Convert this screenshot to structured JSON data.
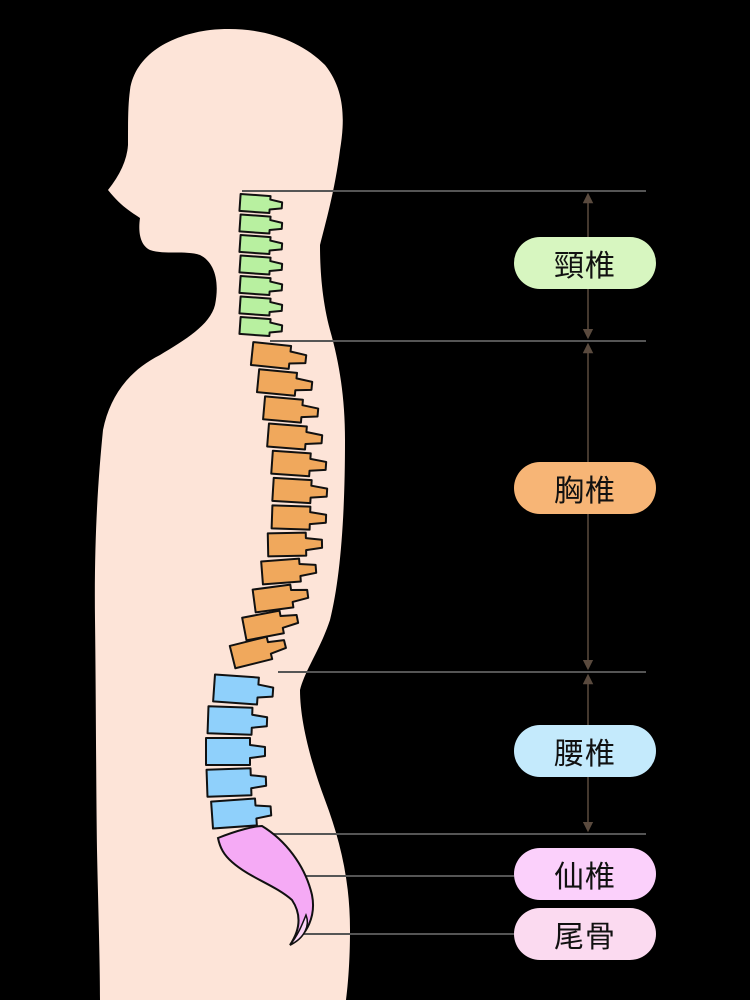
{
  "regions": {
    "cervical": {
      "label": "頸椎",
      "color": "#b8f0a0",
      "count": 7
    },
    "thoracic": {
      "label": "胸椎",
      "color": "#f0a85c",
      "count": 12
    },
    "lumbar": {
      "label": "腰椎",
      "color": "#8fd0fb",
      "count": 5
    },
    "sacrum": {
      "label": "仙椎",
      "color": "#f5aaf5"
    },
    "coccyx": {
      "label": "尾骨",
      "color": "#f5aaf5"
    }
  },
  "pill_colors": {
    "cervical": "#d7f6c0",
    "thoracic": "#f7b576",
    "lumbar": "#c4eafc",
    "sacrum": "#fbd0fb",
    "coccyx": "#fbdaf0"
  },
  "colors": {
    "background": "#000000",
    "body": "#fde4d8",
    "line": "#555555",
    "arrow": "#5a4a3e"
  }
}
